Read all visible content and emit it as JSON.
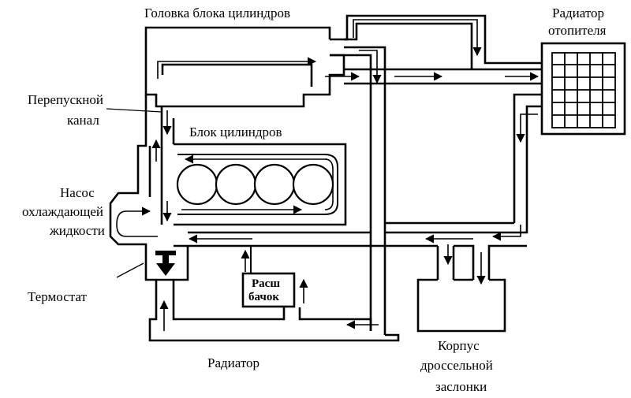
{
  "labels": {
    "cylinder_head": "Головка блока цилиндров",
    "heater_radiator_1": "Радиатор",
    "heater_radiator_2": "отопителя",
    "bypass_1": "Перепускной",
    "bypass_2": "канал",
    "cylinder_block": "Блок цилиндров",
    "pump_1": "Насос",
    "pump_2": "охлаждающей",
    "pump_3": "жидкости",
    "thermostat": "Термостат",
    "tank_1": "Расш",
    "tank_2": "бачок",
    "radiator": "Радиатор",
    "throttle_1": "Корпус",
    "throttle_2": "дроссельной",
    "throttle_3": "заслонки"
  },
  "colors": {
    "line": "#000000",
    "background": "#ffffff"
  }
}
